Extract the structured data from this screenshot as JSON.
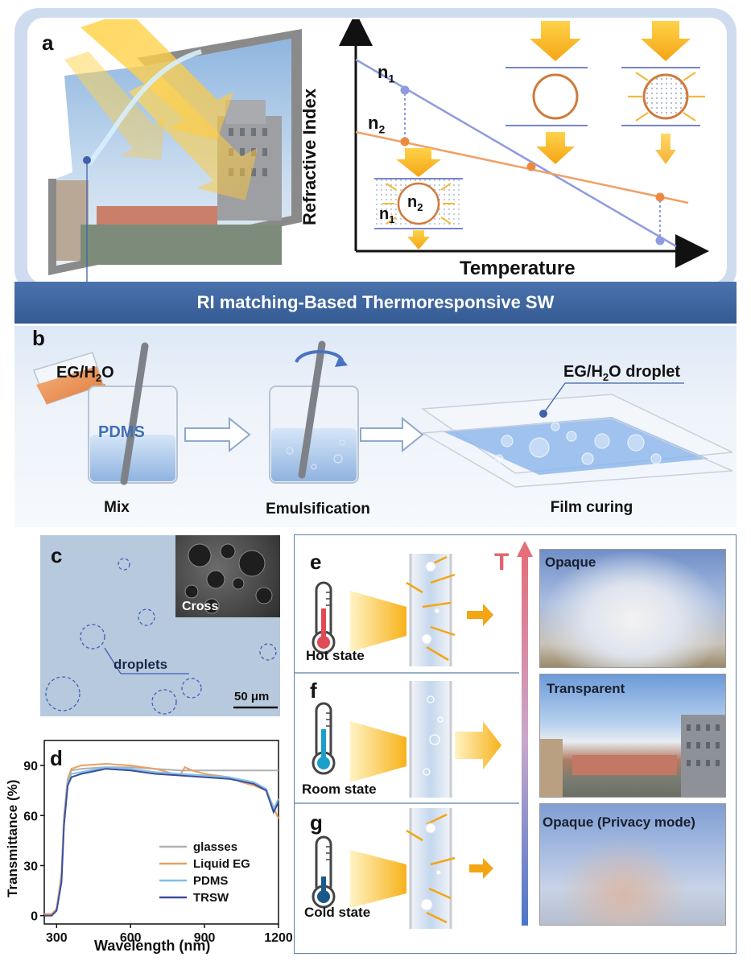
{
  "panel_a": {
    "label": "a",
    "graph": {
      "y_axis_label": "Refractive Index",
      "x_axis_label": "Temperature",
      "n1_label": "n",
      "n1_sub": "1",
      "n2_label": "n",
      "n2_sub": "2",
      "inset_n2": "n",
      "inset_n2_sub": "2",
      "inset_n1": "n",
      "inset_n1_sub": "1"
    },
    "banner": "RI matching-Based Thermoresponsive SW"
  },
  "panel_b": {
    "label": "b",
    "eg_h2o": {
      "main": "EG/H",
      "sub": "2",
      "tail": "O"
    },
    "pdms": "PDMS",
    "droplet_label": {
      "main": "EG/H",
      "sub": "2",
      "tail": "O droplet"
    },
    "steps": [
      "Mix",
      "Emulsification",
      "Film curing"
    ]
  },
  "panel_c": {
    "label": "c",
    "inset_label": "Cross",
    "droplets_label": "droplets",
    "scale_bar": "50 μm"
  },
  "panel_d": {
    "label": "d",
    "chart_data": {
      "type": "line",
      "xlabel": "Wavelength (nm)",
      "ylabel": "Transmittance (%)",
      "xlim": [
        250,
        1200
      ],
      "ylim": [
        -5,
        105
      ],
      "xticks": [
        300,
        600,
        900,
        1200
      ],
      "yticks": [
        0,
        30,
        60,
        90
      ],
      "legend_position": "bottom-right",
      "series": [
        {
          "name": "glasses",
          "color": "#b0b0b0",
          "x": [
            250,
            280,
            300,
            320,
            330,
            345,
            360,
            400,
            500,
            600,
            700,
            800,
            900,
            1000,
            1100,
            1200
          ],
          "y": [
            1,
            1,
            4,
            25,
            60,
            82,
            87,
            88,
            89,
            89,
            88,
            87,
            87,
            87,
            87,
            87
          ]
        },
        {
          "name": "Liquid EG",
          "color": "#e8a060",
          "x": [
            250,
            280,
            300,
            320,
            330,
            345,
            360,
            400,
            500,
            600,
            700,
            800,
            820,
            850,
            900,
            1000,
            1050,
            1100,
            1150,
            1180,
            1200
          ],
          "y": [
            1,
            1,
            4,
            25,
            58,
            82,
            88,
            90,
            91,
            90,
            88,
            84,
            89,
            87,
            85,
            83,
            80,
            78,
            75,
            65,
            58
          ]
        },
        {
          "name": "PDMS",
          "color": "#7fc0e8",
          "x": [
            250,
            280,
            300,
            320,
            330,
            345,
            360,
            400,
            500,
            600,
            700,
            800,
            900,
            1000,
            1100,
            1150,
            1180,
            1200
          ],
          "y": [
            0,
            0,
            3,
            22,
            56,
            80,
            85,
            86,
            89,
            88,
            86,
            85,
            84,
            83,
            80,
            76,
            64,
            70
          ]
        },
        {
          "name": "TRSW",
          "color": "#3c4e9a",
          "x": [
            250,
            280,
            300,
            320,
            330,
            345,
            360,
            400,
            500,
            600,
            700,
            800,
            900,
            1000,
            1100,
            1150,
            1180,
            1200
          ],
          "y": [
            0,
            0,
            3,
            20,
            54,
            78,
            83,
            85,
            88,
            87,
            85,
            84,
            83,
            82,
            79,
            75,
            62,
            68
          ]
        }
      ]
    }
  },
  "panel_efg": {
    "labels": [
      "e",
      "f",
      "g"
    ],
    "states": [
      "Hot state",
      "Room state",
      "Cold state"
    ],
    "t_label": "T",
    "photos": [
      "Opaque",
      "Transparent",
      "Opaque (Privacy mode)"
    ]
  }
}
